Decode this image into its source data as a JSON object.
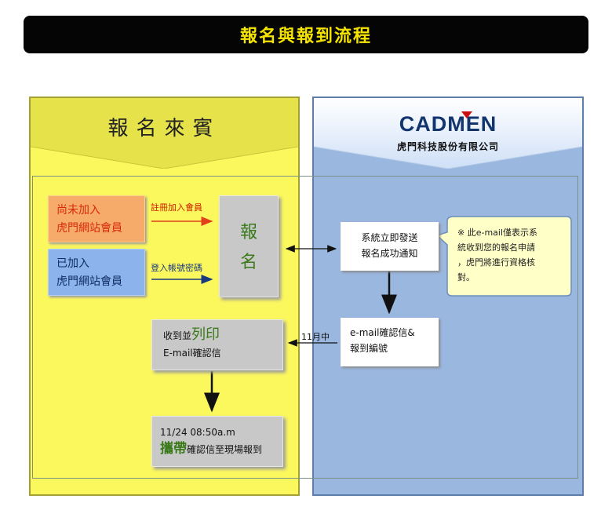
{
  "title": "報名與報到流程",
  "left_header": "報名來賓",
  "brand": {
    "name": "CADMEN",
    "subtitle": "虎門科技股份有限公司",
    "accent_color": "#cc1010"
  },
  "boxes": {
    "nonmember": {
      "line1": "尚未加入",
      "line2": "虎門網站會員"
    },
    "member": {
      "line1": "已加入",
      "line2": "虎門網站會員"
    },
    "signup": {
      "line1": "報",
      "line2": "名"
    },
    "notify": {
      "line1": "系統立即發送",
      "line2": "報名成功通知"
    },
    "email": {
      "line1": "e-mail確認信&",
      "line2": "報到編號"
    },
    "print": {
      "pre": "收到並",
      "em": "列印",
      "line2": "E-mail確認信"
    },
    "bring": {
      "line1": "11/24 08:50a.m",
      "em": "攜帶",
      "rest": "確認信至現場報到"
    }
  },
  "labels": {
    "register": "註冊加入會員",
    "login": "登入帳號密碼",
    "november": "11月中"
  },
  "callout": {
    "line1": "※ 此e-mail僅表示系",
    "line2": "統收到您的報名申請",
    "line3": "，虎門將進行資格核",
    "line4": "對。"
  }
}
